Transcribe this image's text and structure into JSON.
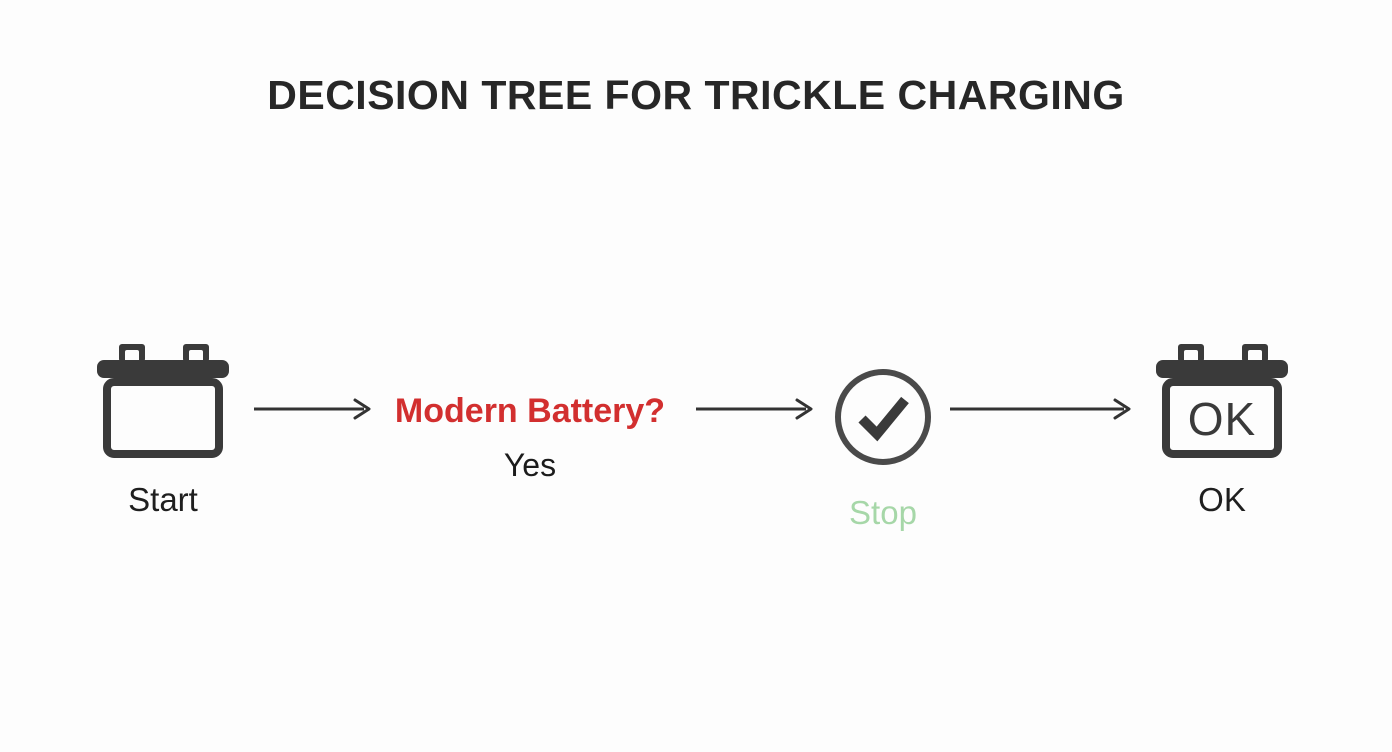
{
  "title": "DECISION TREE FOR TRICKLE CHARGING",
  "flow": {
    "start": {
      "label": "Start"
    },
    "question": {
      "text": "Modern Battery?",
      "answer": "Yes"
    },
    "stop": {
      "label": "Stop"
    },
    "ok": {
      "label": "OK",
      "battery_text": "OK"
    }
  },
  "colors": {
    "background": "#fdfdfd",
    "title_text": "#272727",
    "question_text": "#d22f2f",
    "stop_text": "#a6d7a8",
    "icon_stroke": "#3a3a3a",
    "arrow": "#333333",
    "label_text": "#1f1f1f"
  }
}
